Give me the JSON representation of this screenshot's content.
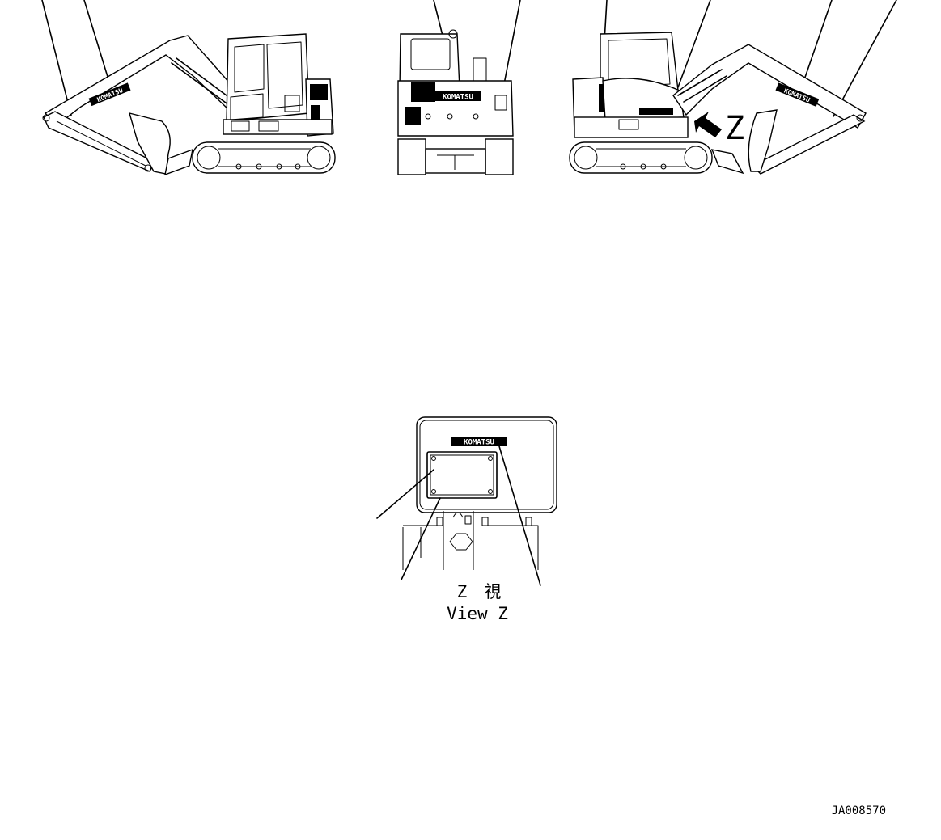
{
  "view_marker": "Z",
  "view_caption": {
    "japanese": "Z　視",
    "english": "View Z"
  },
  "decal_brand": {
    "boom_left": "KOMATSU",
    "rear": "KOMATSU",
    "boom_right": "KOMATSU",
    "view_z": "KOMATSU"
  },
  "drawing_code": "JA008570",
  "colors": {
    "line": "#000000",
    "background": "#ffffff"
  }
}
